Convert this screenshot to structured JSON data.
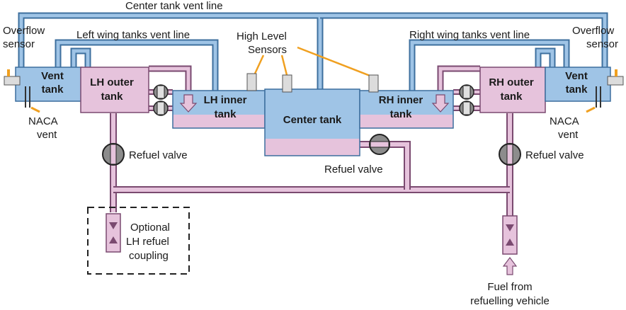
{
  "colors": {
    "vent_blue": "#9fc4e6",
    "vent_stroke": "#3d6f9e",
    "fuel_pink": "#e6c3dc",
    "fuel_stroke": "#7a4a70",
    "valve_gray": "#8c8c8c",
    "sensor_gray": "#dcdcdc"
  },
  "vent_lines": {
    "center": "Center tank vent line",
    "left_wing": "Left wing tanks vent line",
    "right_wing": "Right wing tanks vent line"
  },
  "sensors": {
    "overflow_left": [
      "Overflow",
      "sensor"
    ],
    "overflow_right": [
      "Overflow",
      "sensor"
    ],
    "high_level": [
      "High Level",
      "Sensors"
    ]
  },
  "tanks": {
    "vent_left": [
      "Vent",
      "tank"
    ],
    "lh_outer": [
      "LH outer",
      "tank"
    ],
    "lh_inner": [
      "LH inner",
      "tank"
    ],
    "center": "Center tank",
    "rh_inner": [
      "RH inner",
      "tank"
    ],
    "rh_outer": [
      "RH outer",
      "tank"
    ],
    "vent_right": [
      "Vent",
      "tank"
    ]
  },
  "naca_vents": {
    "left": [
      "NACA",
      "vent"
    ],
    "right": [
      "NACA",
      "vent"
    ]
  },
  "valves": {
    "left_refuel": "Refuel valve",
    "right_refuel": "Refuel valve",
    "center_refuel": "Refuel valve"
  },
  "couplings": {
    "optional_lh": [
      "Optional",
      "LH refuel",
      "coupling"
    ],
    "fuel_source": [
      "Fuel from",
      "refuelling vehicle"
    ]
  }
}
